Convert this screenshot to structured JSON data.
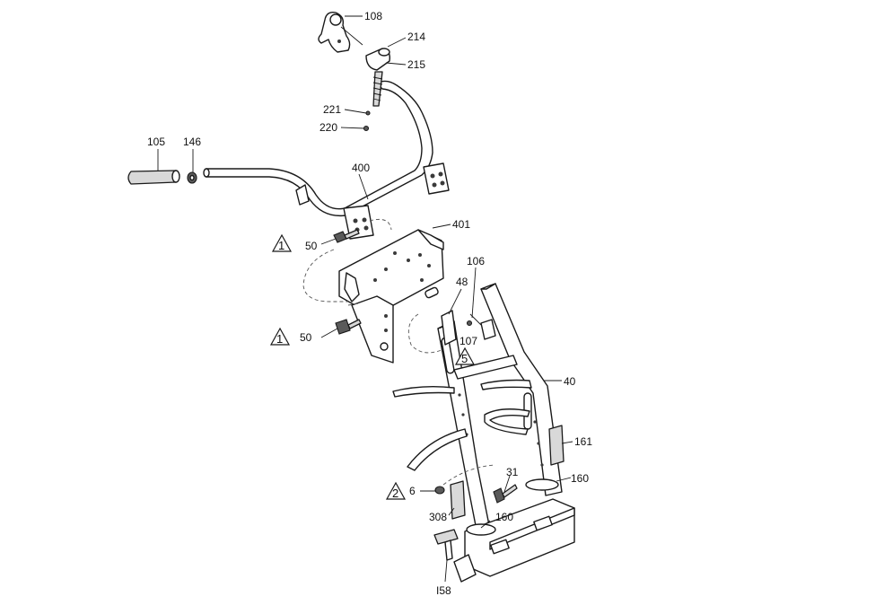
{
  "callouts": {
    "c108": "108",
    "c214": "214",
    "c215": "215",
    "c221": "221",
    "c220": "220",
    "c105": "105",
    "c146": "146",
    "c400": "400",
    "c401": "401",
    "c50a": "50",
    "c50b": "50",
    "c106": "106",
    "c48": "48",
    "c107": "107",
    "c40": "40",
    "c161": "161",
    "c31": "31",
    "c160a": "160",
    "c160b": "160",
    "c6": "6",
    "c308": "308",
    "c158": "I58"
  },
  "warnings": {
    "w1a": "1",
    "w1b": "1",
    "w5": "5",
    "w2": "2"
  }
}
